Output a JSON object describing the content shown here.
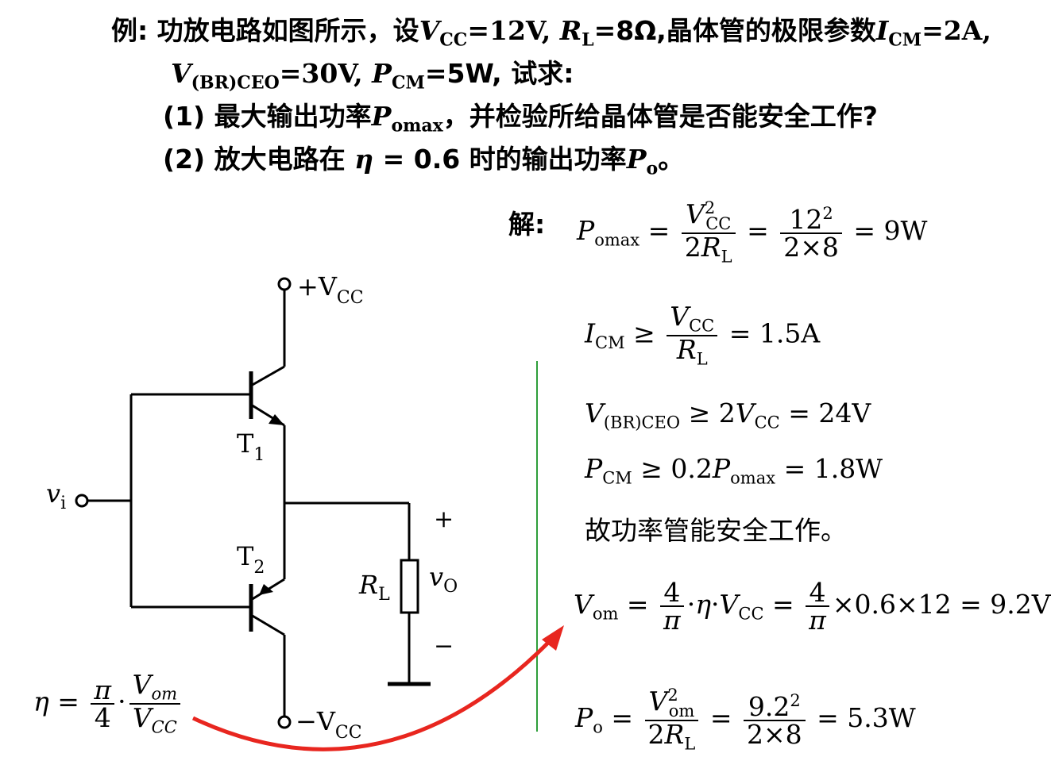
{
  "problem": {
    "line1_prefix": "例: 功放电路如图所示，设",
    "vcc_sym": "V",
    "vcc_sub": "CC",
    "vcc_val": "=12V, ",
    "rl_sym": "R",
    "rl_sub": "L",
    "rl_val": "=8Ω,晶体管的极限参数",
    "icm_sym": "I",
    "icm_sub": "CM",
    "icm_val": "=2A,",
    "vbr_sym": "V",
    "vbr_sub": "(BR)CEO",
    "vbr_val": "=30V, ",
    "pcm_sym": "P",
    "pcm_sub": "CM",
    "pcm_val": "=5W, 试求:",
    "q1_prefix": "(1) 最大输出功率",
    "q1_sym": "P",
    "q1_sub": "omax",
    "q1_suffix": "，并检验所给晶体管是否能安全工作?",
    "q2_prefix": "(2) 放大电路在 ",
    "q2_eta": "η",
    "q2_mid": " = 0.6 时的输出功率",
    "q2_sym": "P",
    "q2_sub": "o",
    "q2_suffix": "。"
  },
  "solution": {
    "label": "解:",
    "pomax_result": "= 9W",
    "icm_result": "= 1.5A",
    "vbr_result": "= 24V",
    "pcm_result": "= 1.8W",
    "conclusion": "故功率管能安全工作。",
    "vom_mid": "= ",
    "vom_result": "×0.6×12 = 9.2V",
    "po_result": "= 5.3W"
  },
  "circuit": {
    "vcc_pos": "+V",
    "vcc_neg": "−V",
    "vcc_sub": "CC",
    "t1": "T",
    "t1_sub": "1",
    "t2": "T",
    "t2_sub": "2",
    "vi": "v",
    "vi_sub": "i",
    "rl": "R",
    "rl_sub": "L",
    "vo": "v",
    "vo_sub": "O",
    "plus": "+",
    "minus": "−"
  },
  "eta_formula": {
    "eta": "η =",
    "pi": "π",
    "four": "4",
    "vom": "V",
    "vom_sub": "om",
    "vcc": "V",
    "vcc_sub": "CC"
  },
  "colors": {
    "arrow": "#e8261f",
    "divider": "#2e9e3a"
  }
}
